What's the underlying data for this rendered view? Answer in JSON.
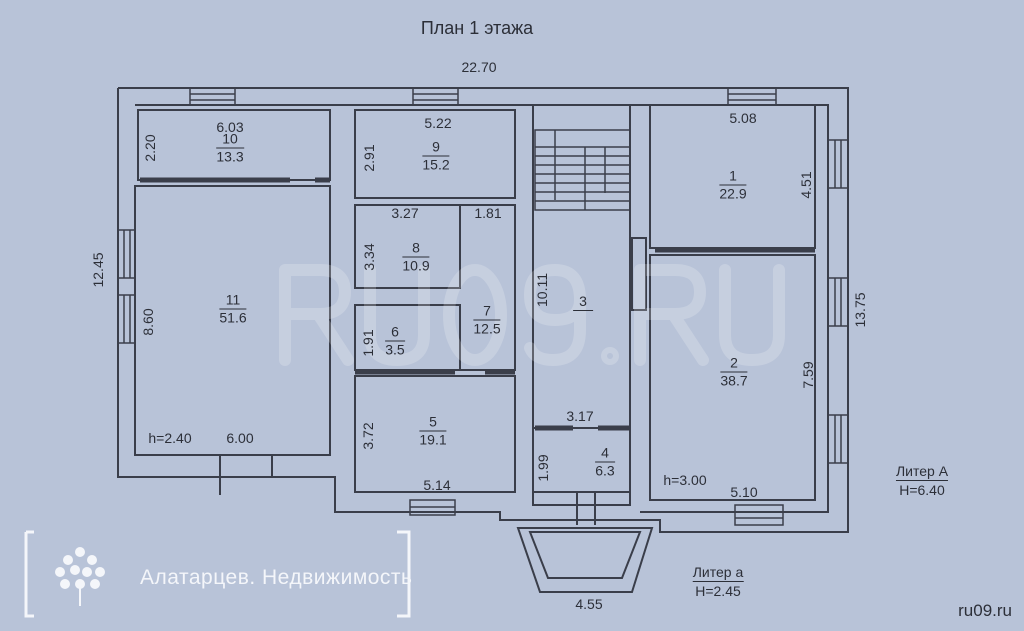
{
  "title": "План 1 этажа",
  "dimensions": {
    "total_width": "22.70",
    "left_height": "12.45",
    "right_height": "13.75",
    "porch_width": "4.55"
  },
  "rooms": [
    {
      "id": "r1",
      "number": "1",
      "area": "22.9",
      "dims": [
        "5.08",
        "4.51"
      ]
    },
    {
      "id": "r2",
      "number": "2",
      "area": "38.7",
      "dims": [
        "5.10",
        "7.59"
      ],
      "height": "h=3.00"
    },
    {
      "id": "r3",
      "number": "3",
      "area": "",
      "dims": [
        "10.11"
      ]
    },
    {
      "id": "r4",
      "number": "4",
      "area": "6.3",
      "dims": [
        "3.17",
        "1.99"
      ]
    },
    {
      "id": "r5",
      "number": "5",
      "area": "19.1",
      "dims": [
        "5.14",
        "3.72"
      ]
    },
    {
      "id": "r6",
      "number": "6",
      "area": "3.5",
      "dims": [
        "1.91"
      ]
    },
    {
      "id": "r7",
      "number": "7",
      "area": "12.5",
      "dims": [
        "1.81"
      ]
    },
    {
      "id": "r8",
      "number": "8",
      "area": "10.9",
      "dims": [
        "3.27",
        "3.34"
      ]
    },
    {
      "id": "r9",
      "number": "9",
      "area": "15.2",
      "dims": [
        "5.22",
        "2.91"
      ]
    },
    {
      "id": "r10",
      "number": "10",
      "area": "13.3",
      "dims": [
        "6.03",
        "2.20"
      ]
    },
    {
      "id": "r11",
      "number": "11",
      "area": "51.6",
      "dims": [
        "6.00",
        "8.60"
      ],
      "height": "h=2.40"
    }
  ],
  "liters": [
    {
      "name": "Литер А",
      "height": "H=6.40"
    },
    {
      "name": "Литер а",
      "height": "H=2.45"
    }
  ],
  "watermark": {
    "brand": "Алатарцев. Недвижимость",
    "site_faded": "ru09.ru"
  },
  "site": "ru09.ru",
  "colors": {
    "paper": "#b8c3d8",
    "ink": "#3a3e4a"
  }
}
